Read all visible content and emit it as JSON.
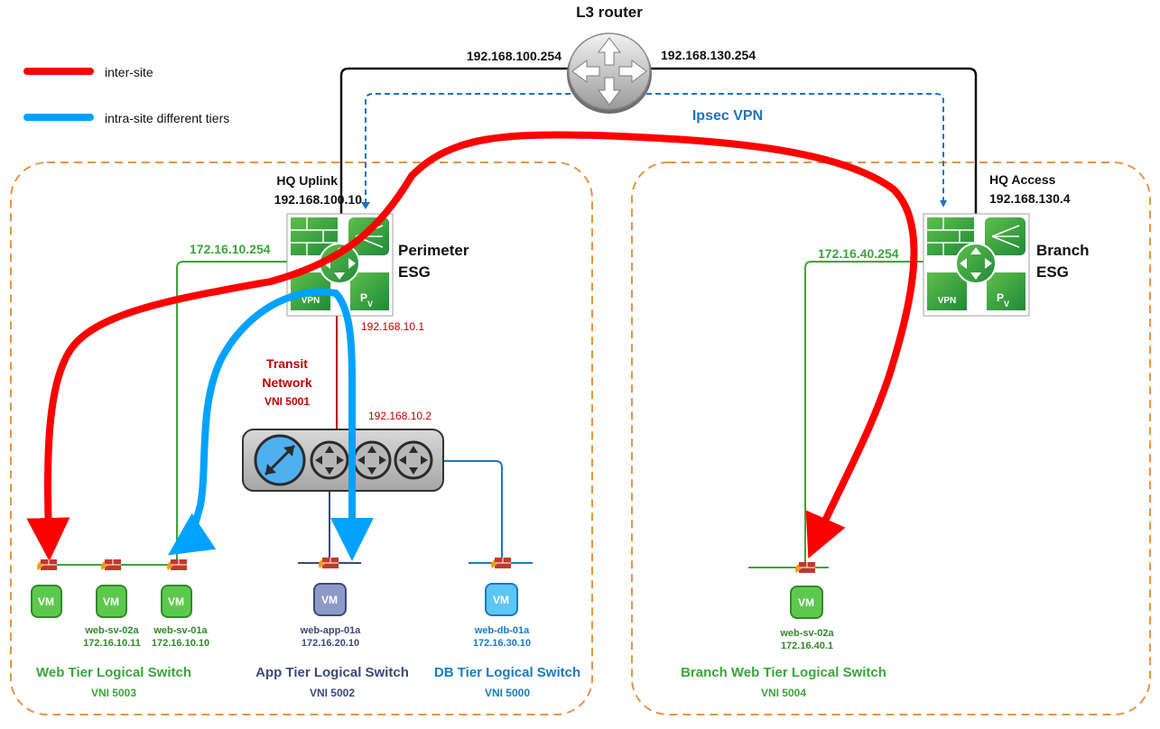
{
  "colors": {
    "inter_site": "#ff0000",
    "intra_site": "#00a2ff",
    "web_tier": "#3aa63a",
    "app_tier": "#3b4a7a",
    "db_tier": "#1a7ac0",
    "transit": "#c00000",
    "vpn": "#1e73be",
    "site_border": "#e69545"
  },
  "legend": {
    "inter_site": "inter-site",
    "intra_site": "intra-site different tiers"
  },
  "router": {
    "title": "L3 router",
    "left_ip": "192.168.100.254",
    "right_ip": "192.168.130.254",
    "vpn_label": "Ipsec VPN"
  },
  "hq": {
    "uplink_label": "HQ Uplink",
    "uplink_ip": "192.168.100.10",
    "esg_name_line1": "Perimeter",
    "esg_name_line2": "ESG",
    "internal_ip": "172.16.10.254",
    "transit_ip_top": "192.168.10.1",
    "transit_ip_bottom": "192.168.10.2",
    "transit_label_line1": "Transit",
    "transit_label_line2": "Network",
    "transit_vni": "VNI 5001"
  },
  "branch": {
    "access_label": "HQ Access",
    "access_ip": "192.168.130.4",
    "esg_name_line1": "Branch",
    "esg_name_line2": "ESG",
    "internal_ip": "172.16.40.254"
  },
  "icons": {
    "vpn": "VPN",
    "vm": "VM",
    "p": "P",
    "v": "V"
  },
  "vms": [
    {
      "name": "",
      "ip": ""
    },
    {
      "name": "web-sv-02a",
      "ip": "172.16.10.11"
    },
    {
      "name": "web-sv-01a",
      "ip": "172.16.10.10"
    },
    {
      "name": "web-app-01a",
      "ip": "172.16.20.10"
    },
    {
      "name": "web-db-01a",
      "ip": "172.16.30.10"
    },
    {
      "name": "web-sv-02a",
      "ip": "172.16.40.1"
    }
  ],
  "switches": {
    "web": {
      "name": "Web Tier Logical Switch",
      "vni": "VNI 5003"
    },
    "app": {
      "name": "App Tier Logical Switch",
      "vni": "VNI 5002"
    },
    "db": {
      "name": "DB Tier Logical Switch",
      "vni": "VNI 5000"
    },
    "branch_web": {
      "name": "Branch Web Tier Logical Switch",
      "vni": "VNI 5004"
    }
  }
}
